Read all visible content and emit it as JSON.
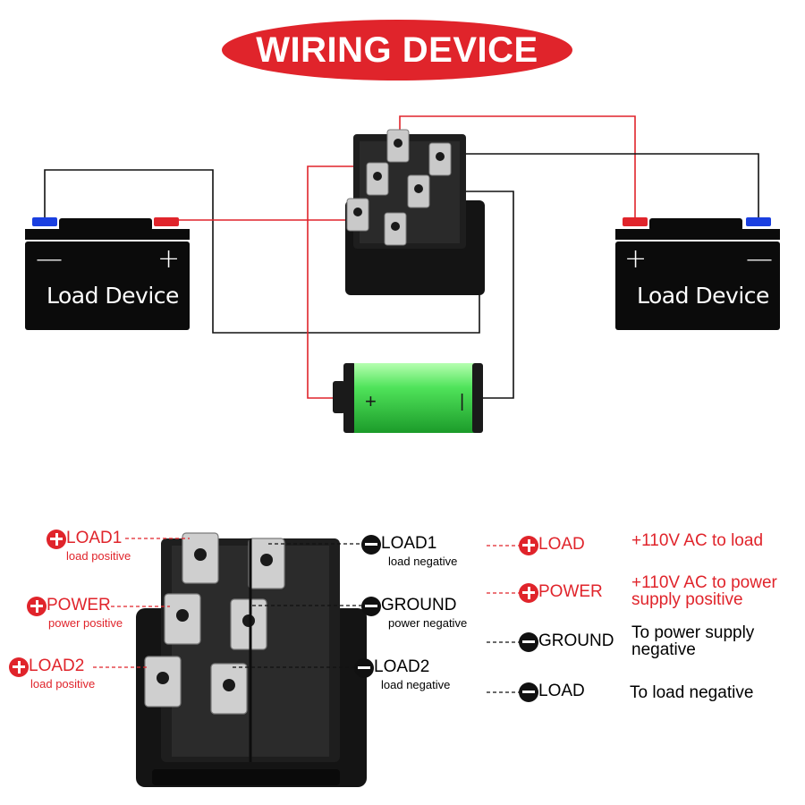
{
  "title": "WIRING DEVICE",
  "top_diagram": {
    "left_device": {
      "label": "Load Device",
      "left_sign": "—",
      "right_sign": "+"
    },
    "right_device": {
      "label": "Load Device",
      "left_sign": "+",
      "right_sign": "—"
    },
    "power_cell": {
      "plus_sign": "+",
      "minus_sign": "|"
    }
  },
  "pin_labels": {
    "load1_pos": {
      "main": "LOAD1",
      "sub": "load positive"
    },
    "power_pos": {
      "main": "POWER",
      "sub": "power positive"
    },
    "load2_pos": {
      "main": "LOAD2",
      "sub": "load positive"
    },
    "load1_neg": {
      "main": "LOAD1",
      "sub": "load negative"
    },
    "ground_neg": {
      "main": "GROUND",
      "sub": "power negative"
    },
    "load2_neg": {
      "main": "LOAD2",
      "sub": "load negative"
    }
  },
  "legend": [
    {
      "symbol": "plus",
      "name": "LOAD",
      "description": "+110V AC to load"
    },
    {
      "symbol": "plus",
      "name": "POWER",
      "description": "+110V AC to power supply positive"
    },
    {
      "symbol": "minus",
      "name": "GROUND",
      "description": "To power supply negative"
    },
    {
      "symbol": "minus",
      "name": "LOAD",
      "description": "To load negative"
    }
  ],
  "colors": {
    "red": "#e0242b",
    "black": "#111111",
    "green": "#3fd64a",
    "blue": "#1a3fe0"
  }
}
